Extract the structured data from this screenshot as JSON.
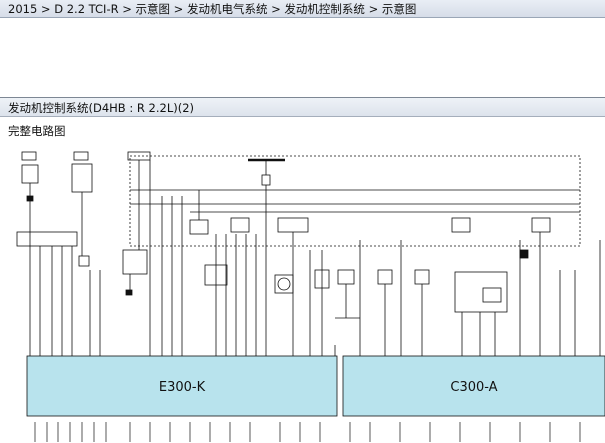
{
  "breadcrumb": {
    "text": "2015 > D 2.2 TCI-R > 示意图 > 发动机电气系统 > 发动机控制系统 > 示意图"
  },
  "panel": {
    "title": "发动机控制系统(D4HB : R 2.2L)(2)",
    "subtitle": "完整电路图"
  },
  "ecus": [
    {
      "label": "E300-K"
    },
    {
      "label": "C300-A"
    }
  ],
  "colors": {
    "ecu_fill": "#b8e3ed",
    "wire": "#111111",
    "header_bg": "#dde3ec"
  }
}
